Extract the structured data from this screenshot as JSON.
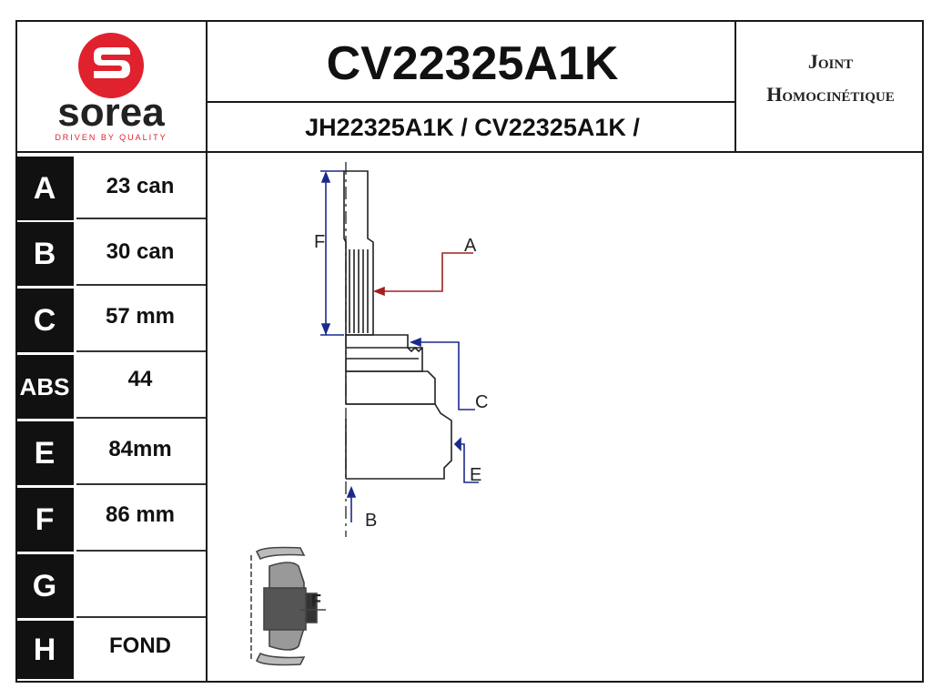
{
  "brand": {
    "name": "sorea",
    "tagline": "DRIVEN BY QUALITY",
    "accent": "#e0212e"
  },
  "header": {
    "reference": "CV22325A1K",
    "cross_references": "JH22325A1K / CV22325A1K /",
    "type_line1": "Joint",
    "type_line2": "Homocinétique"
  },
  "specs": [
    {
      "label": "A",
      "value": "23 can"
    },
    {
      "label": "B",
      "value": "30 can"
    },
    {
      "label": "C",
      "value": "57 mm"
    },
    {
      "label": "ABS",
      "value": "44"
    },
    {
      "label": "E",
      "value": "84mm"
    },
    {
      "label": "F",
      "value": "86 mm"
    },
    {
      "label": "G",
      "value": ""
    },
    {
      "label": "H",
      "value": "FOND"
    }
  ],
  "diagram": {
    "labels": {
      "A": "A",
      "B": "B",
      "C": "C",
      "E": "E",
      "F": "F",
      "inset_F": "F"
    },
    "colors": {
      "red_arrow": "#a02020",
      "blue_arrow": "#1a2a8c",
      "outline": "#222222"
    }
  }
}
